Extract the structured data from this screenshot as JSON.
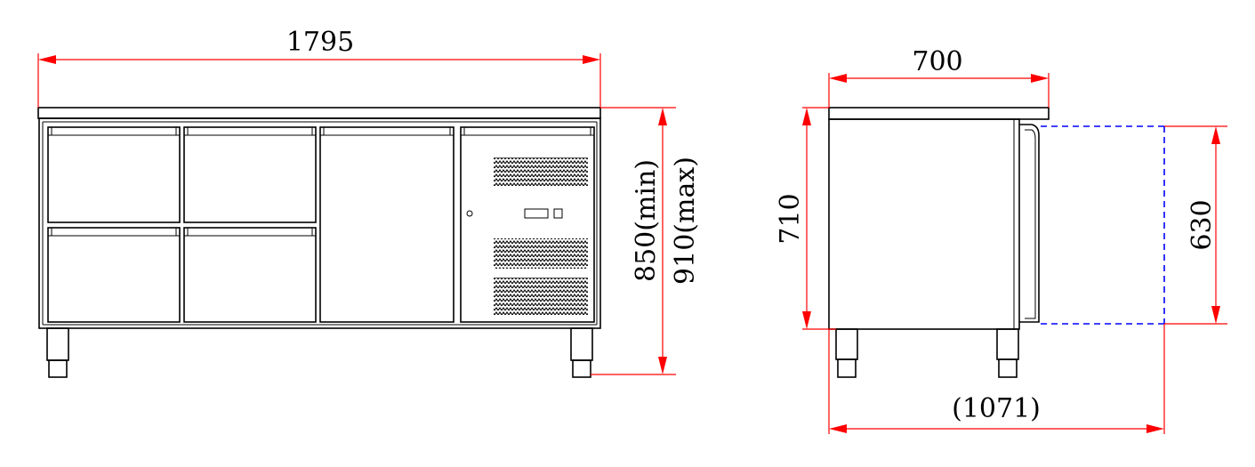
{
  "front_view": {
    "width_label": "1795",
    "height_min_label": "850(min)",
    "height_max_label": "910(max)"
  },
  "side_view": {
    "depth_label": "700",
    "height_label": "710",
    "open_door_height_label": "630",
    "open_door_depth_label": "(1071)"
  },
  "colors": {
    "outline": "#000000",
    "dimension_line": "#ff0000",
    "door_swing_dashed": "#0000ff"
  }
}
